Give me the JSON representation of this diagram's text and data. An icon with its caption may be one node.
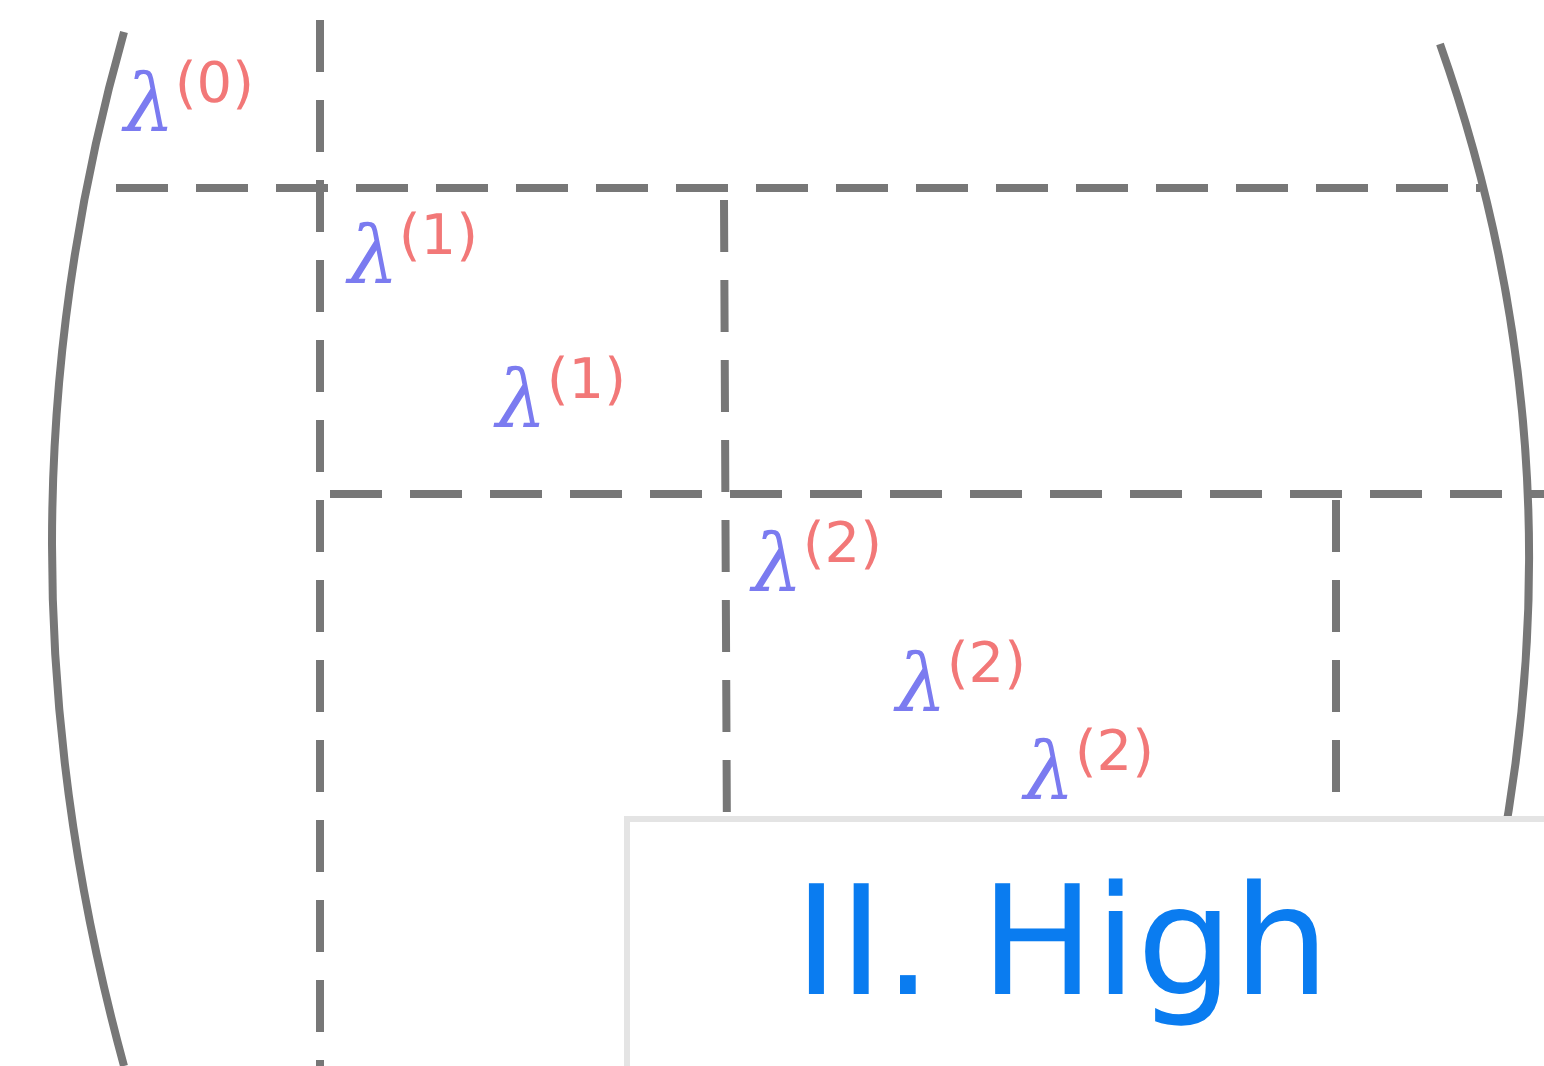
{
  "diagram": {
    "labels": [
      "λ$^{(0)}$",
      "λ$^{(1)}$",
      "λ$^{(1)}$",
      "λ$^{(2)}$",
      "λ$^{(2)}$",
      "λ$^{(2)}$",
      "II. High"
    ]
  }
}
